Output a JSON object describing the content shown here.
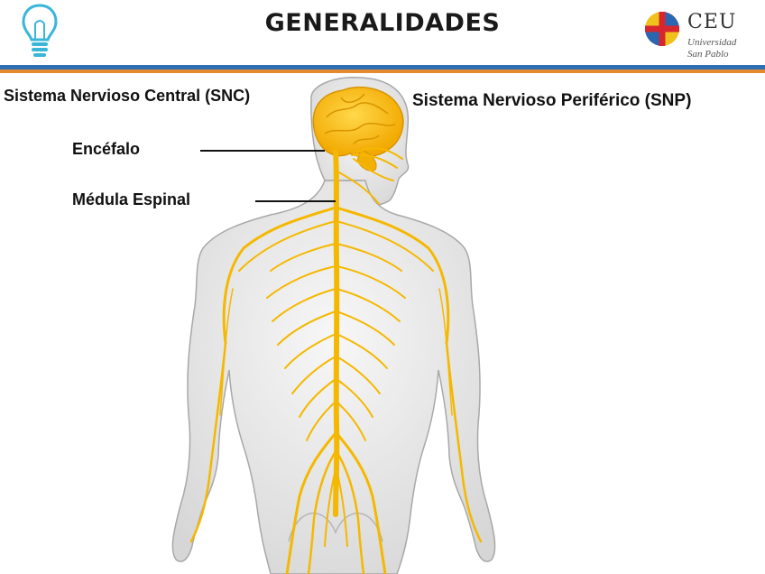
{
  "header": {
    "title": "GENERALIDADES",
    "logo": {
      "name": "CEU",
      "subtitle_line1": "Universidad",
      "subtitle_line2": "San Pablo"
    }
  },
  "labels": {
    "snc": "Sistema Nervioso Central (SNC)",
    "snp": "Sistema Nervioso Periférico  (SNP)",
    "encefalo": "Encéfalo",
    "medula": "Médula Espinal"
  },
  "colors": {
    "nerve": "#f5b800",
    "skin": "#ededed",
    "accent_blue": "#2e6fb3",
    "accent_orange": "#e58a2f"
  },
  "icons": [
    "lightbulb-icon",
    "ceu-cross-logo"
  ]
}
